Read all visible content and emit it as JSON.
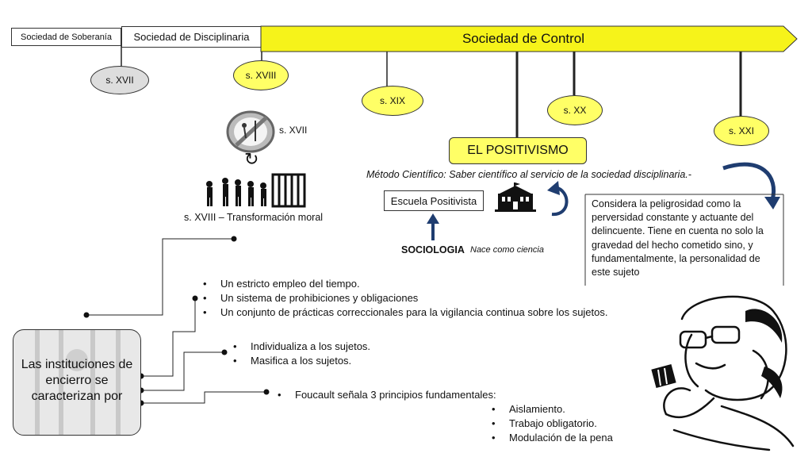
{
  "timeline": {
    "soberania": "Sociedad de Soberanía",
    "disciplinaria": "Sociedad de Disciplinaria",
    "control": "Sociedad de Control"
  },
  "centuries": {
    "xvii": "s. XVII",
    "xviii": "s. XVIII",
    "xix": "s. XIX",
    "xx": "s. XX",
    "xxi": "s. XXI"
  },
  "positivismo": {
    "title": "EL POSITIVISMO",
    "metodo": "Método Científico: Saber científico al servicio de la sociedad disciplinaria.-",
    "escuela": "Escuela Positivista",
    "sociologia": "SOCIOLOGIA",
    "nace": "Nace como ciencia",
    "peligrosidad": "Considera la peligrosidad como la perversidad constante y actuante del delincuente. Tiene en cuenta no solo la gravedad del hecho cometido sino, y fundamentalmente, la personalidad de este sujeto"
  },
  "illustration": {
    "xvii_label": "s. XVII",
    "xviii_label": "s. XVIII – Transformación moral"
  },
  "instituciones": {
    "label": "Las instituciones de encierro se caracterizan por",
    "group1": [
      "Un estricto empleo del tiempo.",
      "Un sistema de prohibiciones y obligaciones",
      "Un conjunto de prácticas correccionales para la vigilancia continua sobre los sujetos."
    ],
    "group2": [
      "Individualiza a los sujetos.",
      "Masifica a los sujetos."
    ],
    "group3_title": "Foucault señala 3 principios fundamentales:",
    "group3": [
      "Aislamiento.",
      "Trabajo obligatorio.",
      "Modulación de la pena"
    ]
  }
}
